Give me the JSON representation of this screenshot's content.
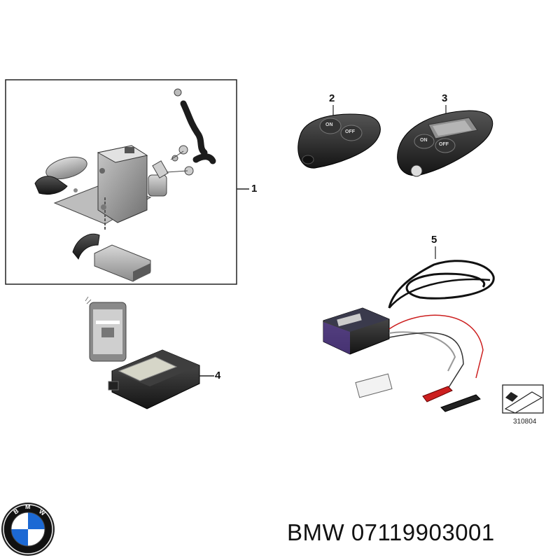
{
  "diagram": {
    "callouts": [
      {
        "id": "1",
        "label": "1"
      },
      {
        "id": "2",
        "label": "2"
      },
      {
        "id": "3",
        "label": "3"
      },
      {
        "id": "4",
        "label": "4"
      },
      {
        "id": "5",
        "label": "5"
      }
    ],
    "remote_buttons": {
      "on": "ON",
      "off": "OFF"
    },
    "reference_code": "310804"
  },
  "footer": {
    "part_number": "BMW 07119903001",
    "logo_icon": "bmw-roundel-icon"
  },
  "colors": {
    "line": "#222222",
    "part_dark": "#2a2a2a",
    "part_grey": "#9a9a9a",
    "bmw_blue": "#1c69d4",
    "cable_red": "#cc1f1f"
  }
}
